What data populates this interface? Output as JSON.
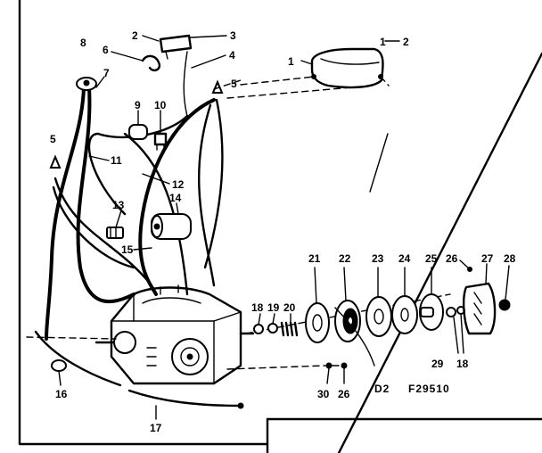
{
  "callouts": [
    {
      "id": "c1a",
      "text": "1"
    },
    {
      "id": "c1b",
      "text": "1"
    },
    {
      "id": "c2a",
      "text": "2"
    },
    {
      "id": "c2b",
      "text": "2"
    },
    {
      "id": "c3",
      "text": "3"
    },
    {
      "id": "c4",
      "text": "4"
    },
    {
      "id": "c5a",
      "text": "5"
    },
    {
      "id": "c5b",
      "text": "5"
    },
    {
      "id": "c6",
      "text": "6"
    },
    {
      "id": "c7",
      "text": "7"
    },
    {
      "id": "c8",
      "text": "8"
    },
    {
      "id": "c9",
      "text": "9"
    },
    {
      "id": "c10",
      "text": "10"
    },
    {
      "id": "c11",
      "text": "11"
    },
    {
      "id": "c12",
      "text": "12"
    },
    {
      "id": "c13",
      "text": "13"
    },
    {
      "id": "c14",
      "text": "14"
    },
    {
      "id": "c15",
      "text": "15"
    },
    {
      "id": "c16",
      "text": "16"
    },
    {
      "id": "c17",
      "text": "17"
    },
    {
      "id": "c18a",
      "text": "18"
    },
    {
      "id": "c18b",
      "text": "18"
    },
    {
      "id": "c19",
      "text": "19"
    },
    {
      "id": "c20",
      "text": "20"
    },
    {
      "id": "c21",
      "text": "21"
    },
    {
      "id": "c22",
      "text": "22"
    },
    {
      "id": "c23",
      "text": "23"
    },
    {
      "id": "c24",
      "text": "24"
    },
    {
      "id": "c25",
      "text": "25"
    },
    {
      "id": "c26a",
      "text": "26"
    },
    {
      "id": "c26b",
      "text": "26"
    },
    {
      "id": "c27",
      "text": "27"
    },
    {
      "id": "c28",
      "text": "28"
    },
    {
      "id": "c29",
      "text": "29"
    },
    {
      "id": "c30",
      "text": "30"
    }
  ],
  "caption": {
    "section": "D2",
    "figure_number": "F29510"
  }
}
